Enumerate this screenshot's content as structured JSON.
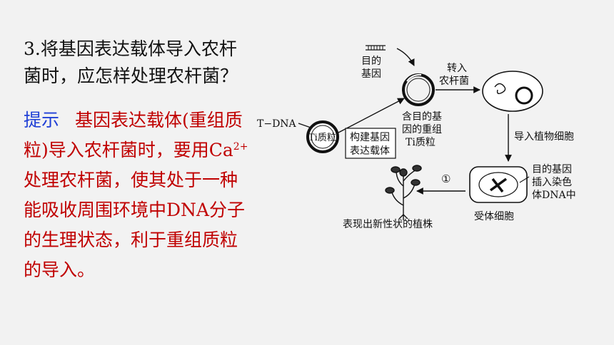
{
  "question": {
    "line1": "3.将基因表达载体导入农杆",
    "line2": "菌时，应怎样处理农杆菌？"
  },
  "hint": {
    "label": "提示",
    "line1": "基因表达载体(重组质",
    "line2_pre": "粒)导入农杆菌时，要用Ca",
    "line2_sup": "2+",
    "line3": "处理农杆菌，使其处于一种",
    "line4": "能吸收周围环境中DNA分子",
    "line5": "的生理状态，利于重组质粒",
    "line6": "的导入。"
  },
  "diagram": {
    "target_gene_1": "目的",
    "target_gene_2": "基因",
    "t_dna": "T−DNA",
    "ti_plasmid": "Ti质粒",
    "build_box_1": "构建基因",
    "build_box_2": "表达载体",
    "recomb_1": "含目的基",
    "recomb_2": "因的重组",
    "recomb_3": "Ti质粒",
    "transfer_1": "转入",
    "transfer_2": "农杆菌",
    "into_plant": "导入植物细胞",
    "inserted_1": "目的基因",
    "inserted_2": "插入染色",
    "inserted_3": "体DNA中",
    "recipient": "受体细胞",
    "step": "①",
    "result": "表现出新性状的植株"
  }
}
